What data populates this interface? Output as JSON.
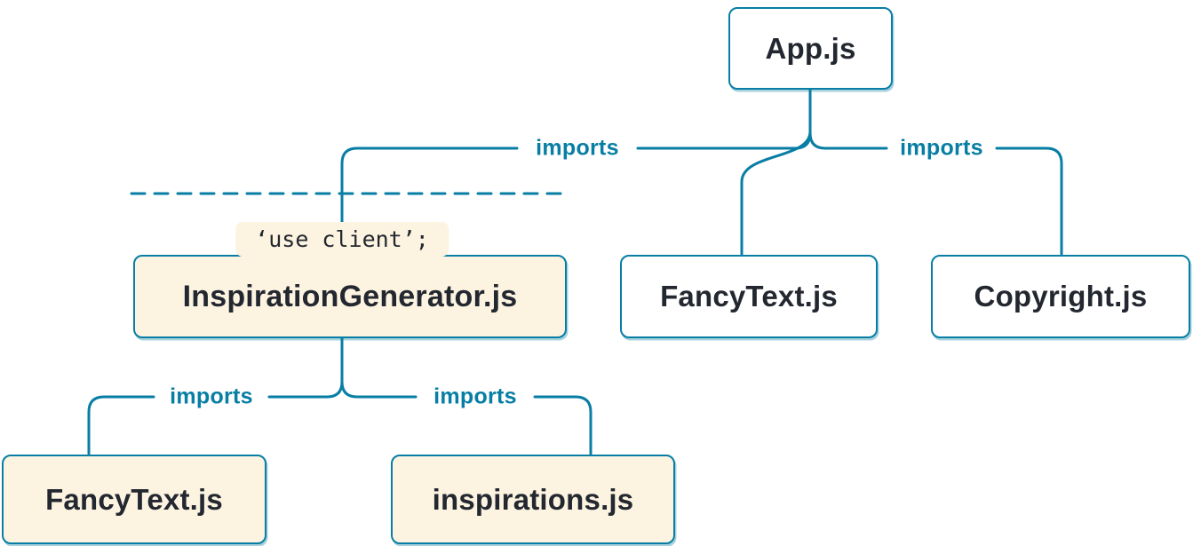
{
  "diagram": {
    "type": "module-dependency-tree",
    "colors": {
      "accent_blue": "#087ea4",
      "client_node_bg": "#fcf3e1",
      "server_node_bg": "#ffffff",
      "text": "#23272f",
      "page_bg": "#ffffff"
    },
    "nodes": [
      {
        "id": "app",
        "label": "App.js",
        "kind": "server"
      },
      {
        "id": "inspiration-generator",
        "label": "InspirationGenerator.js",
        "kind": "client",
        "directive": "‘use client’;"
      },
      {
        "id": "fancytext-top",
        "label": "FancyText.js",
        "kind": "server"
      },
      {
        "id": "copyright",
        "label": "Copyright.js",
        "kind": "server"
      },
      {
        "id": "fancytext-bottom",
        "label": "FancyText.js",
        "kind": "client"
      },
      {
        "id": "inspirations",
        "label": "inspirations.js",
        "kind": "client"
      }
    ],
    "edges": [
      {
        "from": "app",
        "to": "inspiration-generator",
        "label": "imports"
      },
      {
        "from": "app",
        "to": "fancytext-top",
        "label": ""
      },
      {
        "from": "app",
        "to": "copyright",
        "label": "imports"
      },
      {
        "from": "inspiration-generator",
        "to": "fancytext-bottom",
        "label": "imports"
      },
      {
        "from": "inspiration-generator",
        "to": "inspirations",
        "label": "imports"
      }
    ],
    "boundary": {
      "style": "dashed",
      "meaning": "client-boundary"
    }
  }
}
